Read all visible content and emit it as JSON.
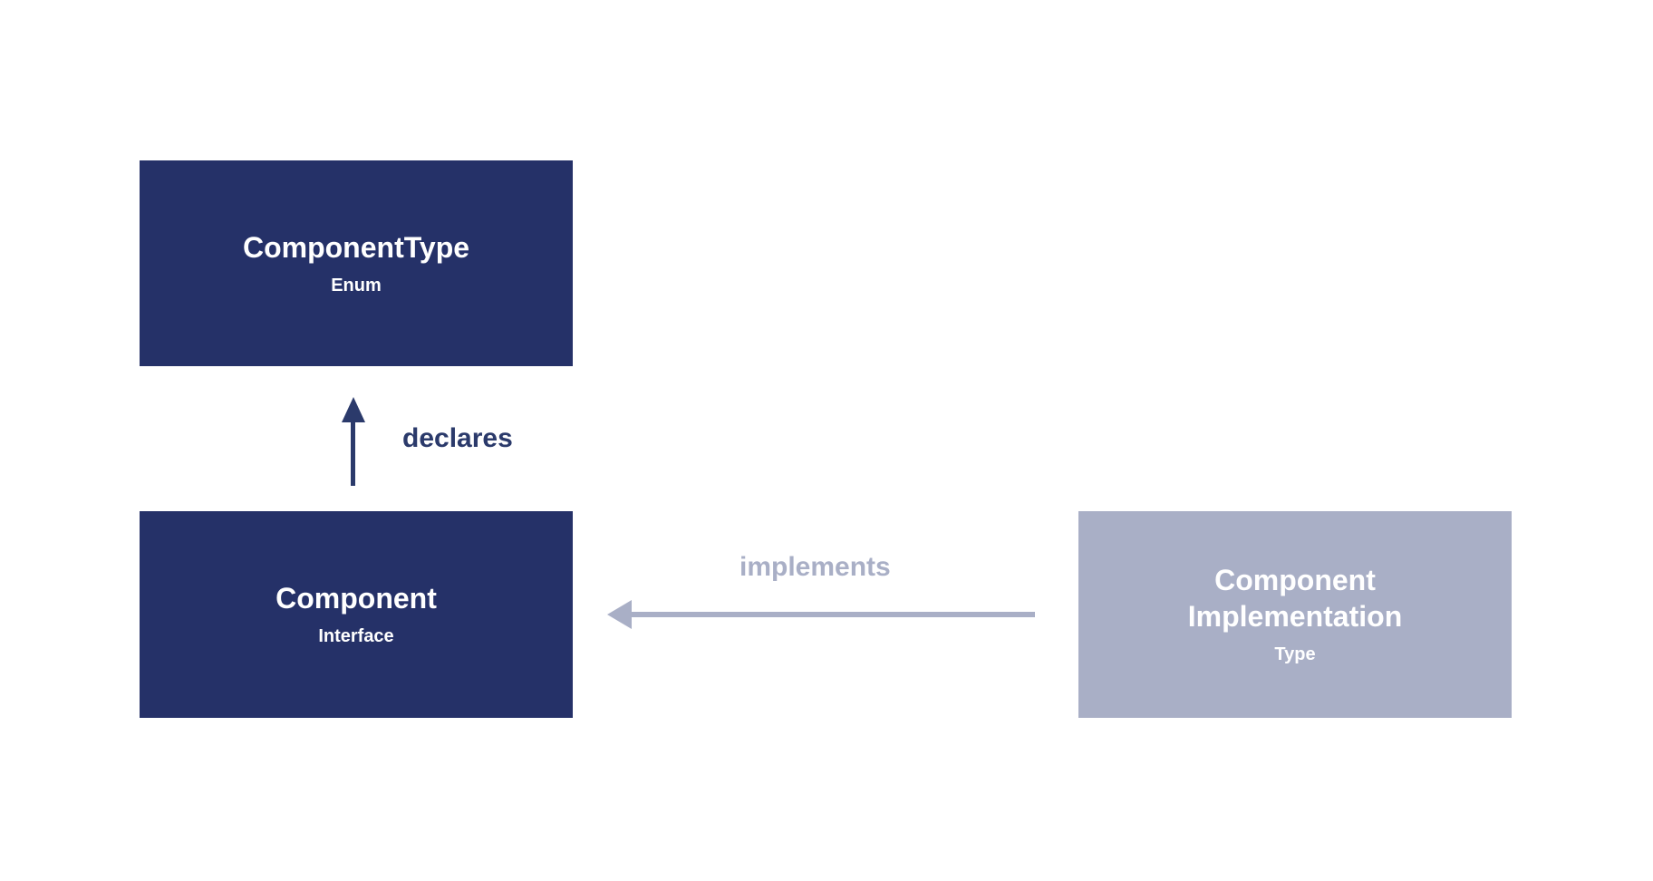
{
  "colors": {
    "box_navy": "#253168",
    "box_light": "#A9AFC6",
    "arrow_navy": "#2B3A6B",
    "arrow_light": "#A9AFC6",
    "text_white": "#FFFFFF",
    "bg": "#FFFFFF"
  },
  "nodes": {
    "component_type": {
      "title": "ComponentType",
      "subtitle": "Enum"
    },
    "component": {
      "title": "Component",
      "subtitle": "Interface"
    },
    "component_implementation": {
      "title": "Component Implementation",
      "subtitle": "Type"
    }
  },
  "edges": {
    "declares": {
      "label": "declares"
    },
    "implements": {
      "label": "implements"
    }
  }
}
